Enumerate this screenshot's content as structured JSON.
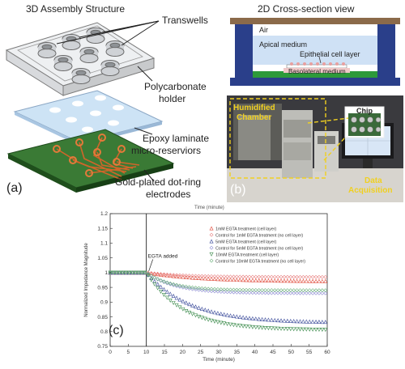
{
  "panel_a": {
    "heading": "3D Assembly Structure",
    "label_transwells": "Transwells",
    "label_holder_1": "Polycarbonate",
    "label_holder_2": "holder",
    "label_epoxy_1": "Epoxy laminate",
    "label_epoxy_2": "micro-reserviors",
    "label_electrodes_1": "Gold-plated dot-ring",
    "label_electrodes_2": "electrodes",
    "panel_tag": "(a)"
  },
  "panel_b": {
    "heading": "2D Cross-section view",
    "air": "Air",
    "apical": "Apical medium",
    "epithelial": "Epithelial cell layer",
    "basolateral": "Basolateral medium",
    "humidified_1": "Humidified",
    "humidified_2": "Chamber",
    "chip": "Chip",
    "data_acq_1": "Data",
    "data_acq_2": "Acquisition",
    "panel_tag": "(b)"
  },
  "panel_c": {
    "panel_tag": "(c)",
    "top_label": "Time (minute)",
    "annotation": "EGTA added"
  },
  "colors": {
    "brown_top": "#8b6a4a",
    "navy_wall": "#2a3f8a",
    "apical_blue": "#cfe1f5",
    "baso_pink": "#f0c8c8",
    "green_base": "#2d9a3a",
    "pcb_green": "#3a7a35",
    "trace_orange": "#d0652a"
  },
  "chart_data": {
    "type": "scatter",
    "title": "",
    "xlabel": "Time (minute)",
    "ylabel": "Normalized Impedance Magnitude",
    "xlim": [
      0,
      60
    ],
    "ylim": [
      0.75,
      1.2
    ],
    "xticks": [
      0,
      5,
      10,
      15,
      20,
      25,
      30,
      35,
      40,
      45,
      50,
      55,
      60
    ],
    "yticks": [
      0.75,
      0.8,
      0.85,
      0.9,
      0.95,
      1,
      1.05,
      1.1,
      1.15,
      1.2
    ],
    "marker_start": 0,
    "marker_step": 0.875,
    "marker_end": 60,
    "event_x": 10,
    "grid": false,
    "legend_position": "top-right",
    "series": [
      {
        "name": "1mM EGTA treatment (cell layer)",
        "color": "#e04a3a",
        "marker": "triangle-up",
        "baseline": 1.0,
        "plateau": 0.97,
        "tau": 15
      },
      {
        "name": "Control for 1mM EGTA treatment (no cell layer)",
        "color": "#e88080",
        "marker": "diamond",
        "baseline": 1.0,
        "plateau": 0.985,
        "tau": 10
      },
      {
        "name": "5mM EGTA treatment (cell layer)",
        "color": "#3a4a9a",
        "marker": "triangle-up",
        "baseline": 1.0,
        "plateau": 0.83,
        "tau": 12
      },
      {
        "name": "Control for 5mM EGTA treatment (no cell layer)",
        "color": "#8a8ad0",
        "marker": "diamond",
        "baseline": 1.0,
        "plateau": 0.93,
        "tau": 8
      },
      {
        "name": "10mM EGTA treatment (cell layer)",
        "color": "#3a8a4a",
        "marker": "triangle-down",
        "baseline": 1.0,
        "plateau": 0.805,
        "tau": 10
      },
      {
        "name": "Control for 10mM EGTA treatment (no cell layer)",
        "color": "#6ab07a",
        "marker": "diamond",
        "baseline": 1.0,
        "plateau": 0.94,
        "tau": 7
      }
    ]
  }
}
